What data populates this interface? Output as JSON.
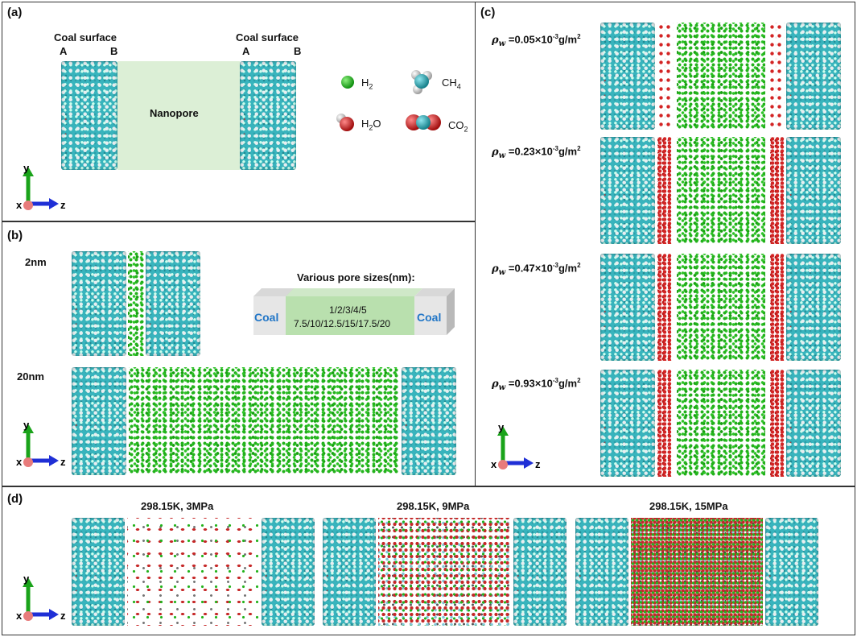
{
  "panel_a": {
    "label": "(a)",
    "left_surface_title": "Coal surface",
    "right_surface_title": "Coal surface",
    "side_a": "A",
    "side_b": "B",
    "pore_label": "Nanopore",
    "legend": [
      {
        "name": "H2",
        "text": "H",
        "sub": "2",
        "icon": "h2-molecule-icon"
      },
      {
        "name": "CH4",
        "text": "CH",
        "sub": "4",
        "icon": "ch4-molecule-icon"
      },
      {
        "name": "H2O",
        "text": "H",
        "sub": "2",
        "tail": "O",
        "icon": "h2o-molecule-icon"
      },
      {
        "name": "CO2",
        "text": "CO",
        "sub": "2",
        "icon": "co2-molecule-icon"
      }
    ],
    "axes": {
      "x": "x",
      "y": "y",
      "z": "z"
    }
  },
  "panel_b": {
    "label": "(b)",
    "size_small": "2nm",
    "size_large": "20nm",
    "schematic_title": "Various pore sizes(nm):",
    "schematic_line1": "1/2/3/4/5",
    "schematic_line2": "7.5/10/12.5/15/17.5/20",
    "coal_left": "Coal",
    "coal_right": "Coal",
    "axes": {
      "x": "x",
      "y": "y",
      "z": "z"
    }
  },
  "panel_c": {
    "label": "(c)",
    "rows": [
      {
        "rho_symbol": "ρ",
        "rho_sub": "w",
        "value": " =0.05×10",
        "exp": "-3",
        "unit": "g/m",
        "unit_exp": "2"
      },
      {
        "rho_symbol": "ρ",
        "rho_sub": "w",
        "value": " =0.23×10",
        "exp": "-3",
        "unit": "g/m",
        "unit_exp": "2"
      },
      {
        "rho_symbol": "ρ",
        "rho_sub": "w",
        "value": " =0.47×10",
        "exp": "-3",
        "unit": "g/m",
        "unit_exp": "2"
      },
      {
        "rho_symbol": "ρ",
        "rho_sub": "w",
        "value": " =0.93×10",
        "exp": "-3",
        "unit": "g/m",
        "unit_exp": "2"
      }
    ],
    "axes": {
      "x": "x",
      "y": "y",
      "z": "z"
    }
  },
  "panel_d": {
    "label": "(d)",
    "conditions": [
      "298.15K, 3MPa",
      "298.15K, 9MPa",
      "298.15K, 15MPa"
    ],
    "axes": {
      "x": "x",
      "y": "y",
      "z": "z"
    }
  },
  "colors": {
    "coal": "#2a9aa4",
    "h2": "#23b21c",
    "water": "#d32424",
    "pore_fill": "#dcefd6",
    "axis_y": "#1aa31a",
    "axis_z": "#1f2fd6",
    "axis_x": "#e87b7b"
  }
}
